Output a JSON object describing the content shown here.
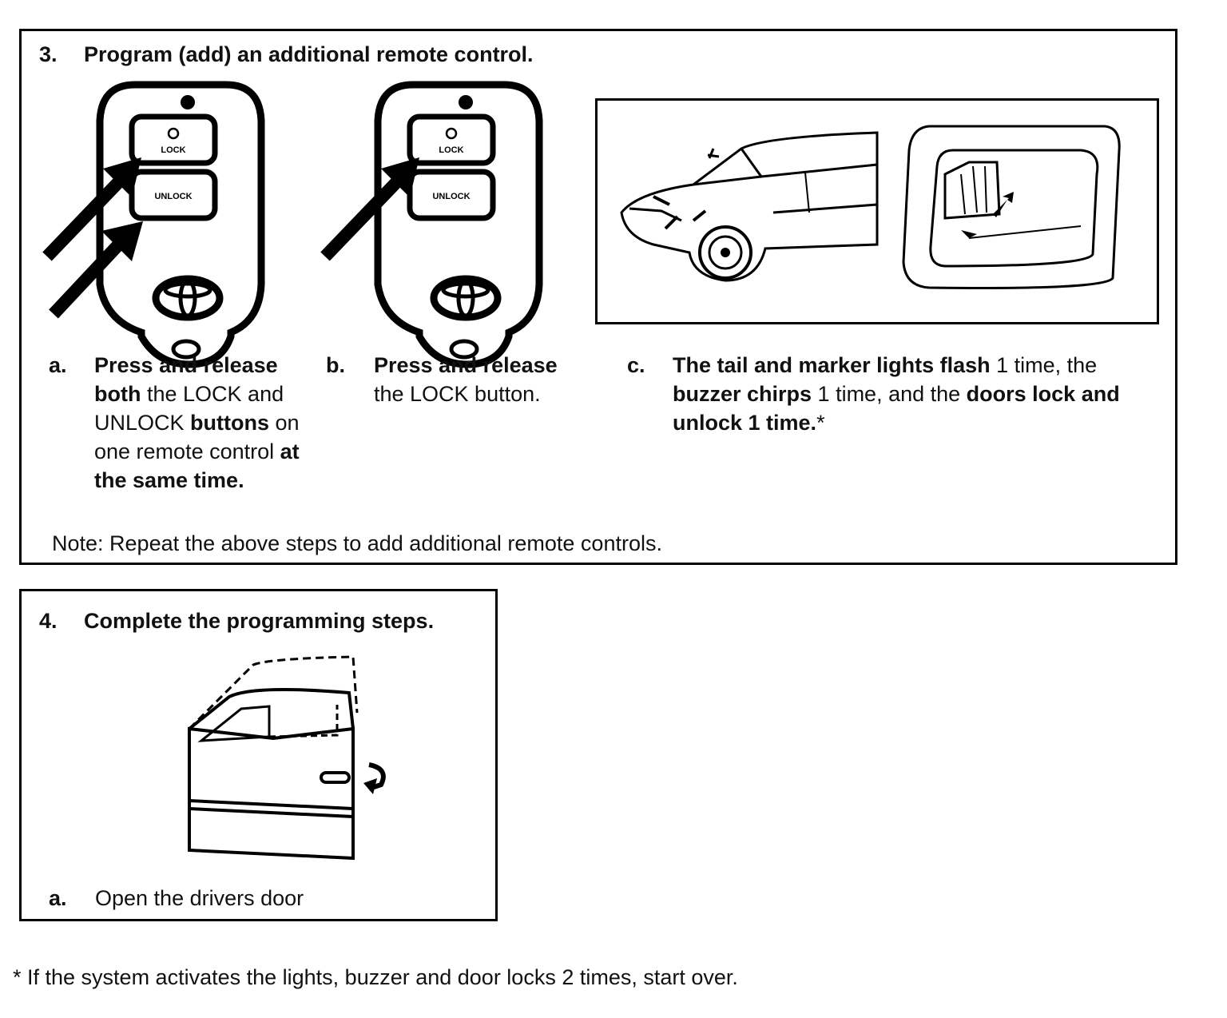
{
  "section3": {
    "number": "3.",
    "title": "Program (add) an additional remote control.",
    "remote_labels": {
      "lock": "LOCK",
      "unlock": "UNLOCK"
    },
    "steps": [
      {
        "label": "a.",
        "parts": [
          {
            "t": "Press and release ",
            "b": true
          },
          {
            "t": "both",
            "b": true
          },
          {
            "t": " the LOCK and UNLOCK ",
            "b": false
          },
          {
            "t": "buttons",
            "b": true
          },
          {
            "t": " on one remote control ",
            "b": false
          },
          {
            "t": "at the same time.",
            "b": true
          }
        ]
      },
      {
        "label": "b.",
        "parts": [
          {
            "t": "Press and release",
            "b": true
          },
          {
            "t": " the LOCK button.",
            "b": false
          }
        ]
      },
      {
        "label": "c.",
        "parts": [
          {
            "t": "The tail and marker lights flash",
            "b": true
          },
          {
            "t": " 1 time, the ",
            "b": false
          },
          {
            "t": "buzzer chirps",
            "b": true
          },
          {
            "t": " 1 time, and the ",
            "b": false
          },
          {
            "t": "doors lock and unlock 1 time.",
            "b": true
          },
          {
            "t": "*",
            "b": false
          }
        ]
      }
    ],
    "note": "Note: Repeat the above steps to add additional remote controls."
  },
  "section4": {
    "number": "4.",
    "title": "Complete the programming steps.",
    "step_label": "a.",
    "step_text": "Open the drivers door"
  },
  "footnote": "* If the system activates the lights, buzzer and door locks 2 times, start over."
}
